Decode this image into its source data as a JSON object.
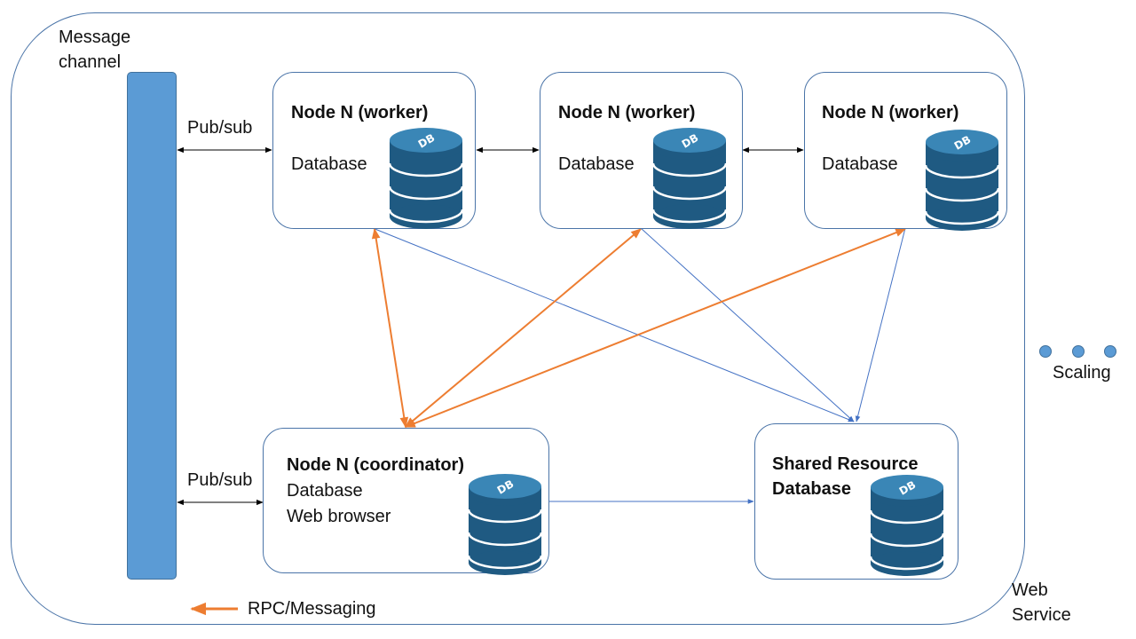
{
  "frame": {
    "channel_label": "Message\nchannel",
    "service_label": "Web\nService",
    "scaling_label": "Scaling"
  },
  "links": {
    "pubsub_top": "Pub/sub",
    "pubsub_bottom": "Pub/sub"
  },
  "nodes": {
    "worker_1": {
      "title": "Node N (worker)",
      "line1": "Database"
    },
    "worker_2": {
      "title": "Node N (worker)",
      "line1": "Database"
    },
    "worker_3": {
      "title": "Node N (worker)",
      "line1": "Database"
    },
    "coordinator": {
      "title": "Node N (coordinator)",
      "line1": "Database",
      "line2": "Web browser"
    },
    "shared": {
      "title": "Shared Resource\nDatabase"
    }
  },
  "legend": {
    "rpc_label": "RPC/Messaging"
  },
  "db_icon_text": "DB",
  "colors": {
    "frame_border": "#4a74a8",
    "channel_fill": "#5b9bd5",
    "rpc_arrow": "#ed7d31",
    "data_arrow": "#4472c4",
    "pubsub_arrow": "#000000",
    "db_dark": "#1f5a82",
    "db_light": "#3a86b6"
  }
}
